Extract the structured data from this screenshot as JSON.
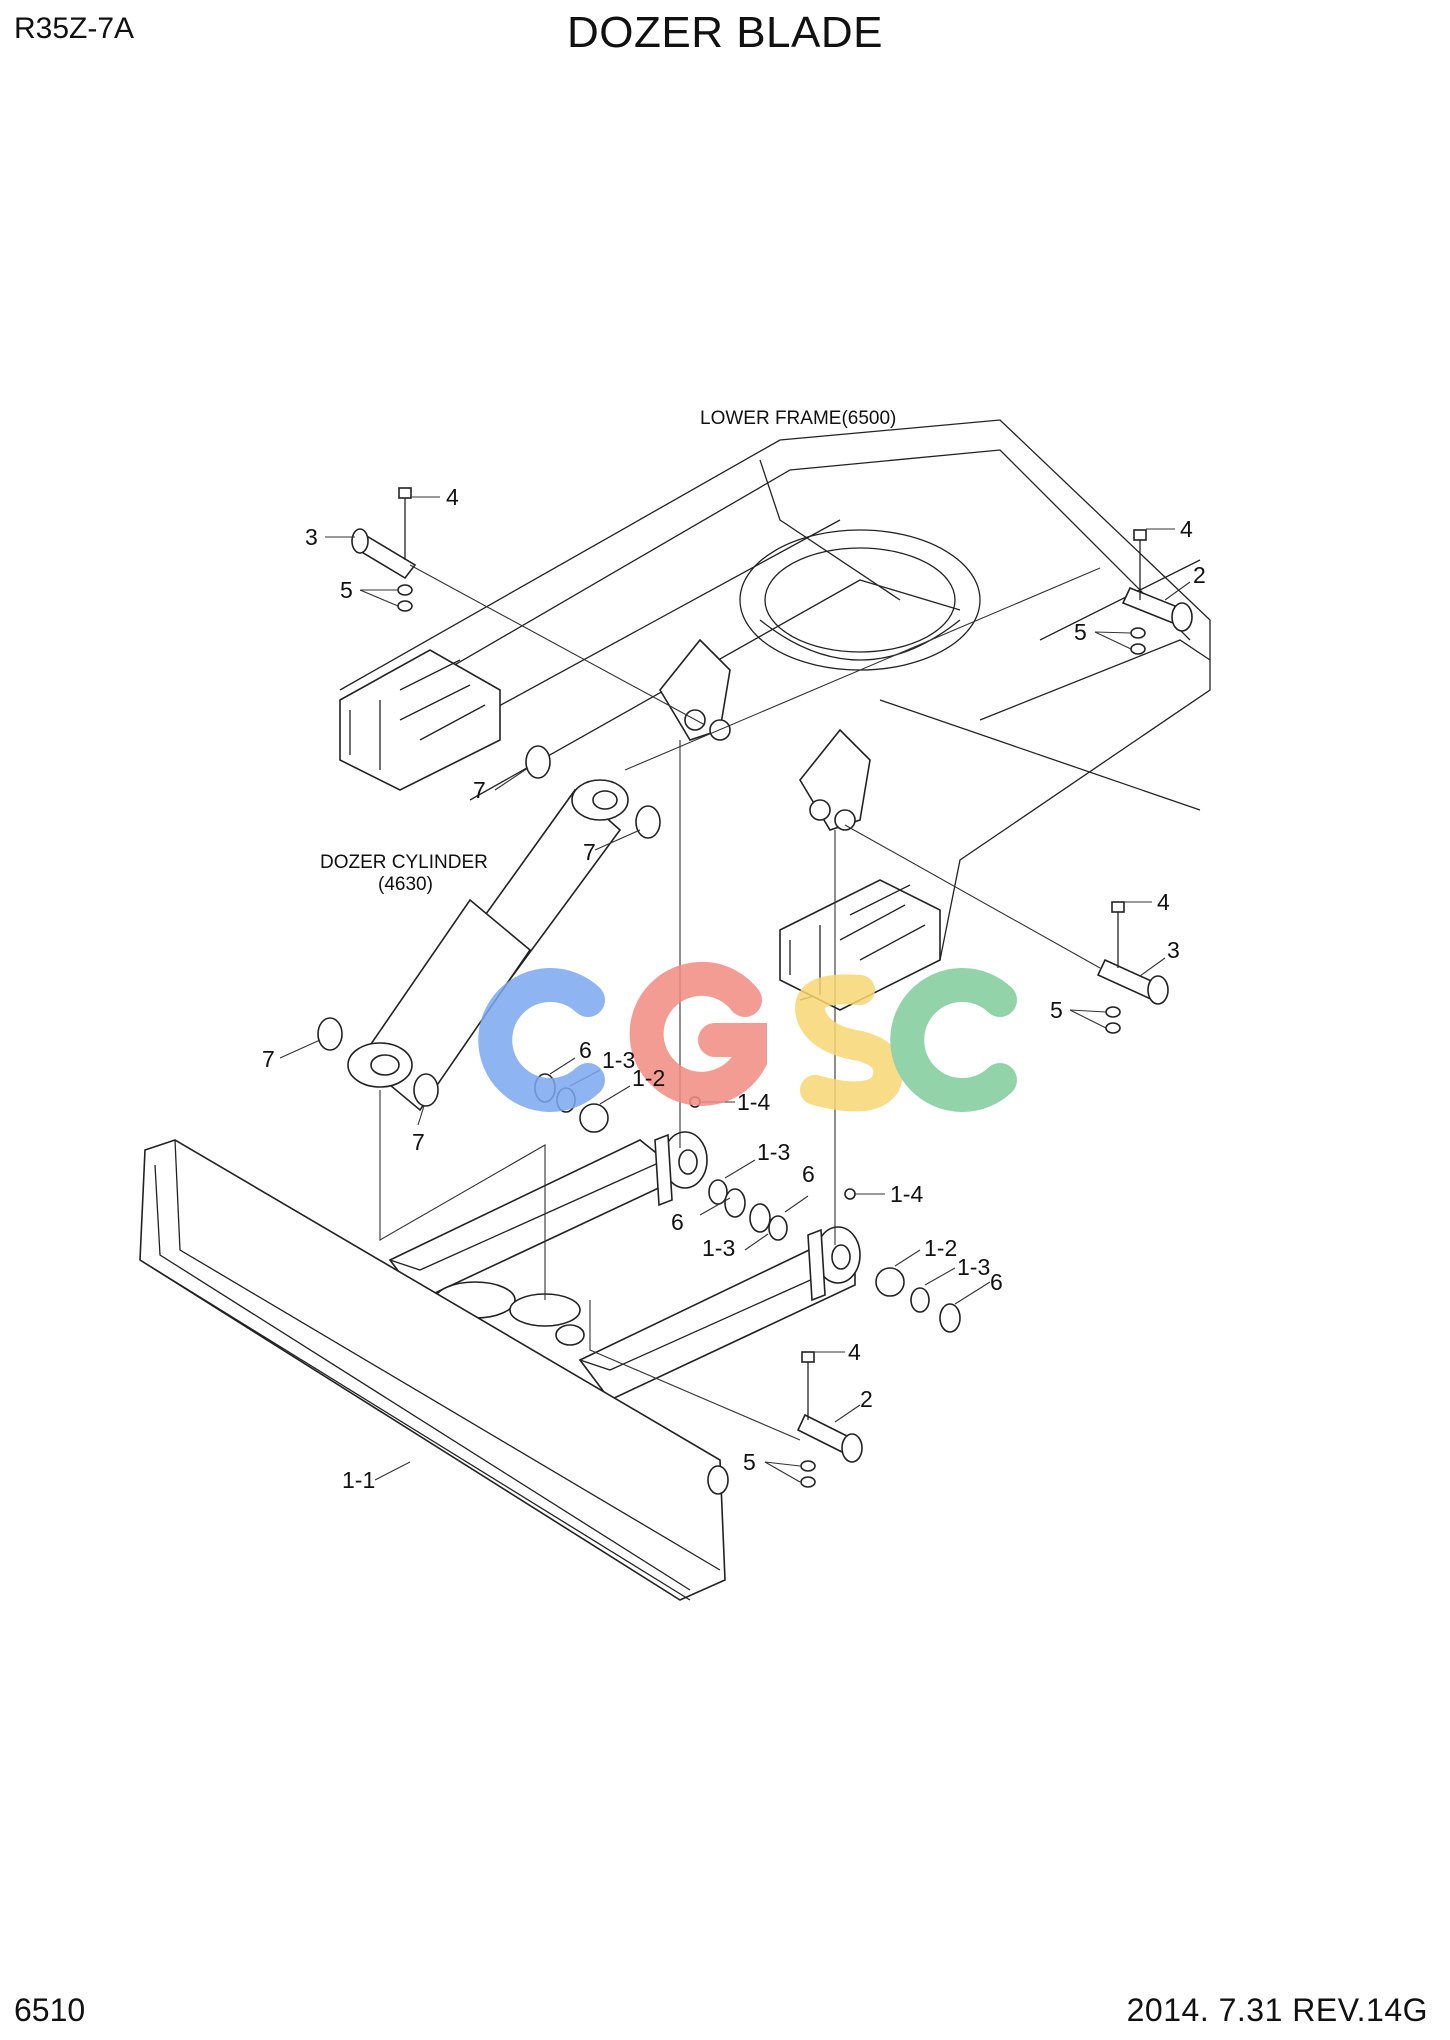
{
  "header": {
    "model": "R35Z-7A",
    "title": "DOZER BLADE"
  },
  "footer": {
    "page": "6510",
    "date_rev": "2014. 7.31  REV.14G"
  },
  "diagram": {
    "references": {
      "lower_frame": "LOWER FRAME(6500)",
      "dozer_cylinder": "DOZER CYLINDER",
      "dozer_cylinder_code": "(4630)"
    },
    "part_labels": [
      "4",
      "3",
      "5",
      "4",
      "2",
      "5",
      "7",
      "7",
      "7",
      "7",
      "4",
      "3",
      "5",
      "6",
      "1-3",
      "1-2",
      "1-4",
      "1-3",
      "6",
      "6",
      "1-3",
      "1-4",
      "1-2",
      "1-3",
      "6",
      "4",
      "2",
      "5",
      "1-1"
    ]
  },
  "watermark": {
    "text": "CGSC",
    "colors": [
      "#7ba7f0",
      "#f28b82",
      "#f7d774",
      "#7fcc9c"
    ]
  }
}
